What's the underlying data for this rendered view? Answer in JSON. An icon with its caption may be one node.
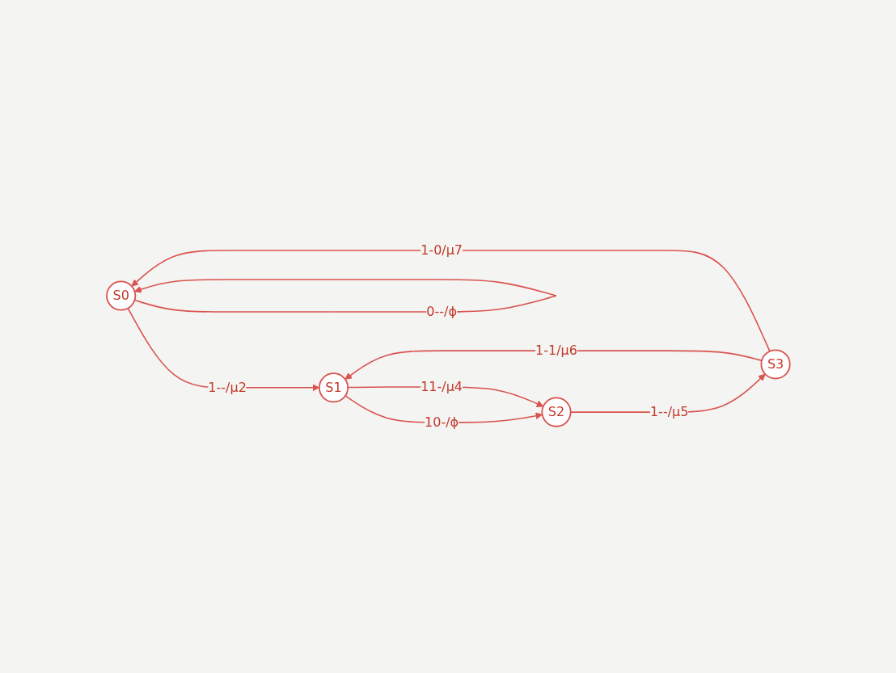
{
  "diagram": {
    "nodes": [
      {
        "text": [
          "S0"
        ]
      },
      {
        "text": [
          "S1"
        ]
      },
      {
        "text": [
          "S2"
        ]
      },
      {
        "text": [
          "S3"
        ]
      }
    ],
    "edges": [
      {
        "from": 0,
        "to": 0,
        "arrow": "to",
        "label": "0--/ϕ"
      },
      {
        "from": 0,
        "to": 1,
        "arrow": "to",
        "label": "1--/μ2"
      },
      {
        "from": 1,
        "to": 2,
        "arrow": "to",
        "label": "10-/ϕ"
      },
      {
        "from": 1,
        "to": 2,
        "arrow": "to",
        "label": "11-/μ4"
      },
      {
        "from": 2,
        "to": 3,
        "arrow": "to",
        "label": "1--/μ5"
      },
      {
        "from": 3,
        "to": 1,
        "arrow": "to",
        "label": "1-1/μ6"
      },
      {
        "from": 3,
        "to": 0,
        "arrow": "to",
        "label": "1-0/μ7"
      }
    ]
  }
}
